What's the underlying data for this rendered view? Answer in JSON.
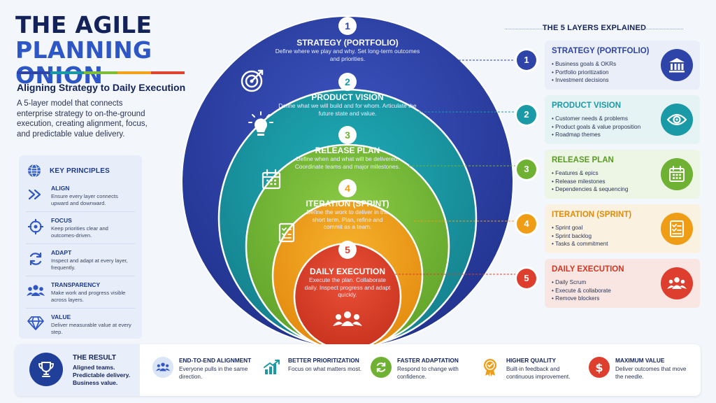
{
  "header": {
    "title_line1": "THE AGILE",
    "title_line2": "PLANNING ONION",
    "subtitle": "Aligning Strategy to Daily Execution",
    "intro": "A 5-layer model that connects enterprise strategy to on-the-ground execution, creating alignment, focus, and predictable value delivery."
  },
  "principles": {
    "heading": "KEY PRINCIPLES",
    "items": [
      {
        "name": "ALIGN",
        "desc": "Ensure every layer connects upward and downward.",
        "icon": "double-chevron-icon"
      },
      {
        "name": "FOCUS",
        "desc": "Keep priorities clear and outcomes-driven.",
        "icon": "crosshair-icon"
      },
      {
        "name": "ADAPT",
        "desc": "Inspect and adapt at every layer, frequently.",
        "icon": "cycle-icon"
      },
      {
        "name": "TRANSPARENCY",
        "desc": "Make work and progress visible across layers.",
        "icon": "people-icon"
      },
      {
        "name": "VALUE",
        "desc": "Deliver measurable value at every step.",
        "icon": "diamond-icon"
      }
    ]
  },
  "onion": {
    "layers": [
      {
        "num": "1",
        "title": "STRATEGY (PORTFOLIO)",
        "desc": "Define where we play and why. Set long-term outcomes and priorities.",
        "color": "#2f44a8",
        "icon": "target-icon"
      },
      {
        "num": "2",
        "title": "PRODUCT VISION",
        "desc": "Define what we will build and for whom. Articulate the future state and value.",
        "color": "#1a9aa6",
        "icon": "lightbulb-icon"
      },
      {
        "num": "3",
        "title": "RELEASE PLAN",
        "desc": "Define when and what will be delivered. Coordinate teams and major milestones.",
        "color": "#7cbc3b",
        "icon": "calendar-icon"
      },
      {
        "num": "4",
        "title": "ITERATION (SPRINT)",
        "desc": "Define the work to deliver in the short term. Plan, refine and commit as a team.",
        "color": "#f0a21b",
        "icon": "checklist-icon"
      },
      {
        "num": "5",
        "title": "DAILY EXECUTION",
        "desc": "Execute the plan. Collaborate daily. Inspect progress and adapt quickly.",
        "color": "#e0442f",
        "icon": "team-icon"
      }
    ]
  },
  "layers_panel": {
    "heading": "THE 5 LAYERS EXPLAINED",
    "cards": [
      {
        "num": "1",
        "title": "STRATEGY (PORTFOLIO)",
        "bullets": [
          "Business goals & OKRs",
          "Portfolio prioritization",
          "Investment decisions"
        ],
        "color": "#2f44a8",
        "bg": "#e9eef9",
        "icon": "bank-icon"
      },
      {
        "num": "2",
        "title": "PRODUCT VISION",
        "bullets": [
          "Customer needs & problems",
          "Product goals & value proposition",
          "Roadmap themes"
        ],
        "color": "#1a9aa6",
        "bg": "#e5f3f4",
        "icon": "eye-icon"
      },
      {
        "num": "3",
        "title": "RELEASE PLAN",
        "bullets": [
          "Features & epics",
          "Release milestones",
          "Dependencies & sequencing"
        ],
        "color": "#6fb132",
        "bg": "#edf5e4",
        "icon": "calendar-icon"
      },
      {
        "num": "4",
        "title": "ITERATION (SPRINT)",
        "bullets": [
          "Sprint goal",
          "Sprint backlog",
          "Tasks & commitment"
        ],
        "color": "#ef9d14",
        "bg": "#fbf1e0",
        "icon": "checklist-icon"
      },
      {
        "num": "5",
        "title": "DAILY EXECUTION",
        "bullets": [
          "Daily Scrum",
          "Execute & collaborate",
          "Remove blockers"
        ],
        "color": "#dd3e2d",
        "bg": "#f9e6e3",
        "icon": "team-icon"
      }
    ]
  },
  "bottom": {
    "result_title": "THE RESULT",
    "result_desc": "Aligned teams. Predictable delivery. Business value.",
    "benefits": [
      {
        "name": "END-TO-END ALIGNMENT",
        "desc": "Everyone pulls in the same direction.",
        "color": "#2f56c4",
        "icon": "people-icon"
      },
      {
        "name": "BETTER PRIORITIZATION",
        "desc": "Focus on what matters most.",
        "color": "#1a9aa6",
        "icon": "growth-chart-icon"
      },
      {
        "name": "FASTER ADAPTATION",
        "desc": "Respond to change with confidence.",
        "color": "#6fb132",
        "icon": "cycle-icon"
      },
      {
        "name": "HIGHER QUALITY",
        "desc": "Built-in feedback and continuous improvement.",
        "color": "#ef9d14",
        "icon": "quality-badge-icon"
      },
      {
        "name": "MAXIMUM VALUE",
        "desc": "Deliver outcomes that move the needle.",
        "color": "#dd3e2d",
        "icon": "dollar-icon"
      }
    ]
  }
}
